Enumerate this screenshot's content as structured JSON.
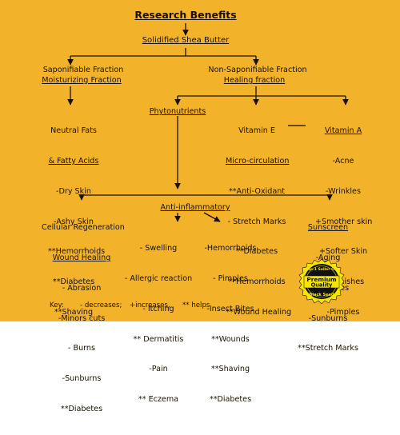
{
  "title": "Research Benefits",
  "root": "Solidified Shea Butter",
  "saponifiable": {
    "line1": "Saponifiable Fraction",
    "line2": "Moisturizing Fraction"
  },
  "non_saponifiable": {
    "line1": "Non-Saponifiable Fraction",
    "line2": "Healing fraction"
  },
  "neutral_fats": {
    "line1": "Neutral Fats",
    "line2": "& Fatty Acids",
    "items": [
      "-Dry Skin",
      "-Ashy Skin",
      "**Hemorrhoids",
      "**Diabetes",
      "**Shaving"
    ]
  },
  "phytonutrients": {
    "label": "Phytonutrients"
  },
  "vitamin_e": {
    "line1": "Vitamin E",
    "line2": "Micro-circulation",
    "items": [
      "**Anti-Oxidant",
      "- Stretch Marks",
      "**Diabetes",
      "**Hemorrhoids",
      "**Wound Healing"
    ]
  },
  "vitamin_a": {
    "label": "Vitamin A",
    "items": [
      "-Acne",
      "-Wrinkles",
      "+Smother skin",
      "+Softer Skin",
      "-Blemishes",
      "-Pimples"
    ]
  },
  "cellular": {
    "line1": "Cellular Regeneration",
    "line2": "Wound Healing",
    "items": [
      "- Abrasion",
      "-Minors cuts",
      "- Burns",
      "-Sunburns",
      "**Diabetes"
    ]
  },
  "anti_inflammatory": {
    "label": "Anti-inflammatory",
    "col1": [
      "- Swelling",
      "- Allergic reaction",
      "- Itching",
      "** Dermatitis",
      "-Pain",
      "** Eczema"
    ],
    "col2": [
      "-Hemorrhoids",
      "- Pimples",
      "-Insect Bites",
      "**Wounds",
      "**Shaving",
      "**Diabetes"
    ]
  },
  "sunscreen": {
    "label": "Sunscreen",
    "items": [
      "-Aging",
      "**Diabetes",
      "-Sunburns",
      "**Stretch Marks"
    ]
  },
  "key": {
    "label": "Key:",
    "decreases": "- decreases;",
    "increases": "+increases,",
    "helps": "** helps"
  },
  "badge": {
    "top": "No.1 Seller Of",
    "middle1": "Premium",
    "middle2": "Quality",
    "bottom": "Black Seed"
  },
  "colors": {
    "background": "#f2b22a",
    "ink": "#1a1200",
    "badge_yellow": "#f7e500",
    "badge_black": "#111111"
  }
}
